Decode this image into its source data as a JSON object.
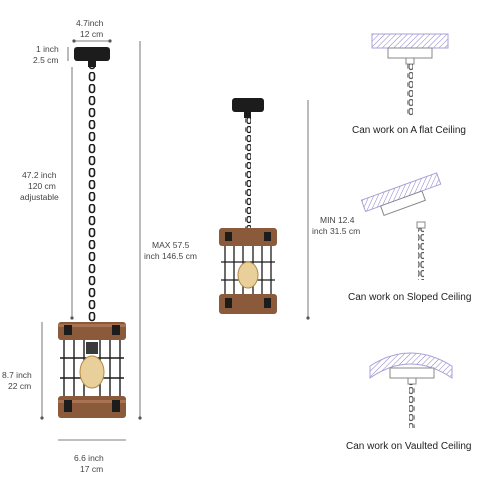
{
  "dimensions": {
    "top_width_in": "4.7inch",
    "top_width_cm": "12 cm",
    "canopy_height_in": "1 inch",
    "canopy_height_cm": "2.5 cm",
    "chain_in": "47.2 inch",
    "chain_cm": "120 cm",
    "chain_note": "adjustable",
    "max_in": "MAX 57.5",
    "max_full": "inch 146.5 cm",
    "shade_height_in": "8.7 inch",
    "shade_height_cm": "22 cm",
    "shade_width_in": "6.6 inch",
    "shade_width_cm": "17 cm",
    "min_in": "MIN 12.4",
    "min_full": "inch 31.5 cm"
  },
  "ceilings": {
    "flat": "Can work on A flat Ceiling",
    "sloped": "Can work on Sloped Ceiling",
    "vaulted": "Can work on Vaulted Ceiling"
  },
  "colors": {
    "wood": "#8b5a3a",
    "metal": "#1c1c1c",
    "ceiling": "#a9a0d8",
    "dim_line": "#555555"
  }
}
